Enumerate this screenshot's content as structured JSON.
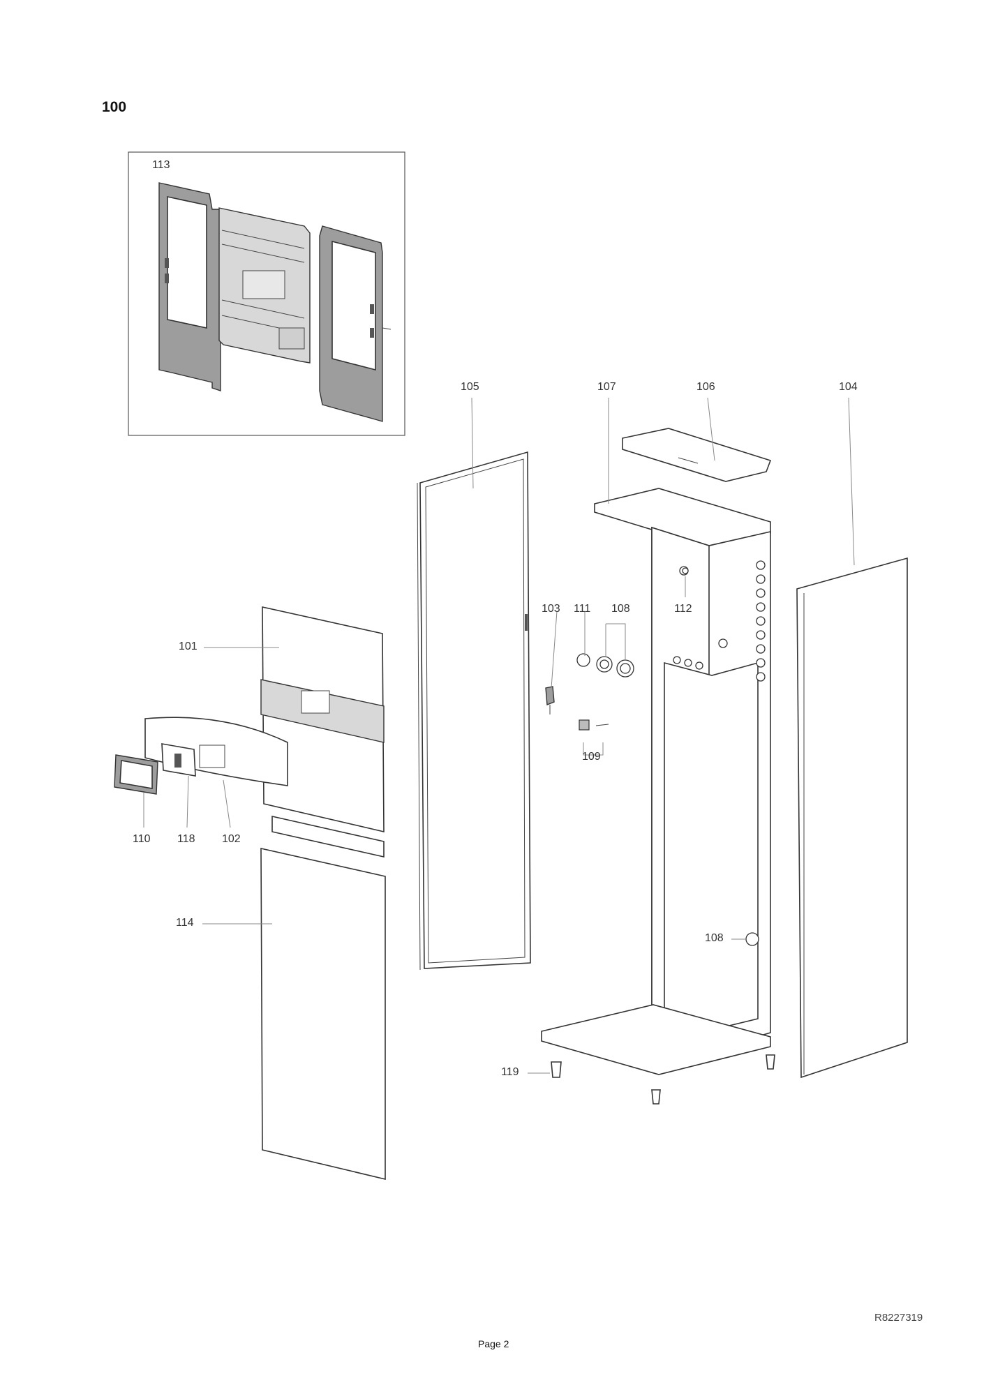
{
  "section_number": "100",
  "document_ref": "R8227319",
  "page_label": "Page 2",
  "callouts": {
    "c101": "101",
    "c102": "102",
    "c103": "103",
    "c104": "104",
    "c105": "105",
    "c106": "106",
    "c107": "107",
    "c108a": "108",
    "c108b": "108",
    "c109": "109",
    "c110": "110",
    "c111": "111",
    "c112": "112",
    "c113": "113",
    "c114": "114",
    "c118": "118",
    "c119": "119"
  }
}
